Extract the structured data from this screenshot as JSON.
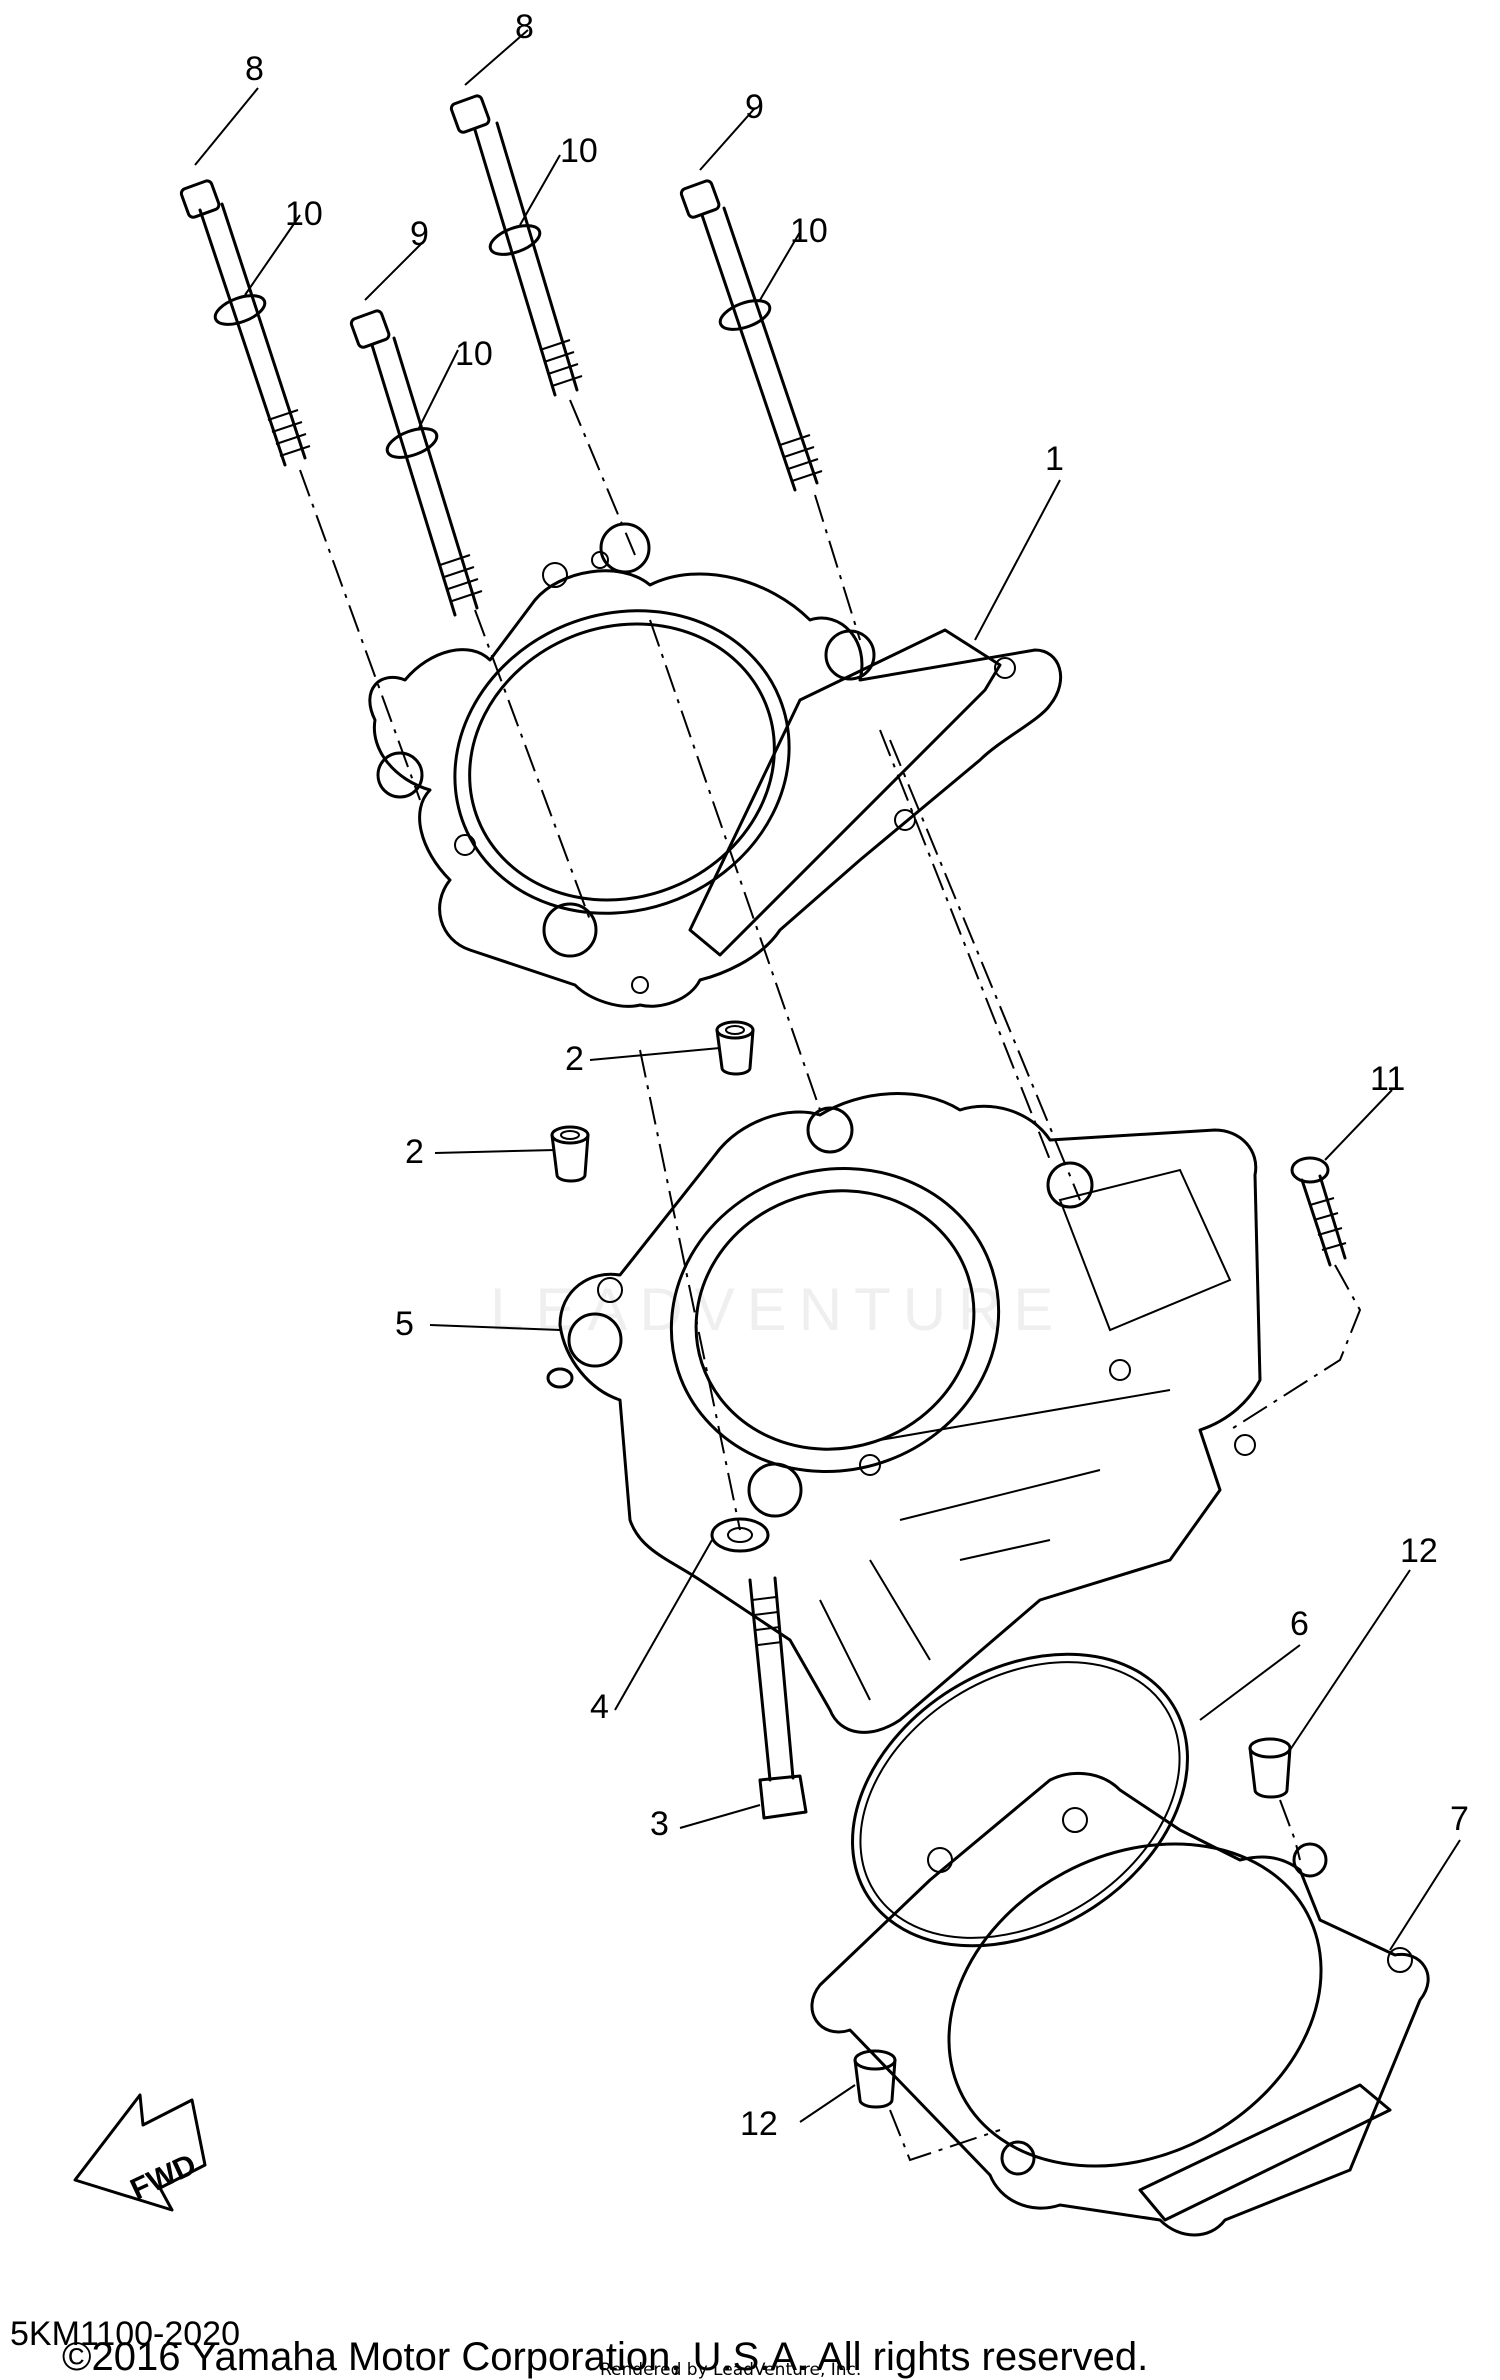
{
  "diagram": {
    "callouts": {
      "c1": "1",
      "c2a": "2",
      "c2b": "2",
      "c3": "3",
      "c4": "4",
      "c5": "5",
      "c6": "6",
      "c7": "7",
      "c8a": "8",
      "c8b": "8",
      "c9a": "9",
      "c9b": "9",
      "c10a": "10",
      "c10b": "10",
      "c10c": "10",
      "c10d": "10",
      "c11": "11",
      "c12a": "12",
      "c12b": "12"
    },
    "fwd_label": "FWD",
    "watermark": "LEADVENTURE",
    "diagram_code": "5KM1100-2020"
  },
  "footer": {
    "copyright": "©2016 Yamaha Motor Corporation, U.S.A. All rights reserved.",
    "rendered_by": "Rendered by LeadVenture, Inc."
  }
}
